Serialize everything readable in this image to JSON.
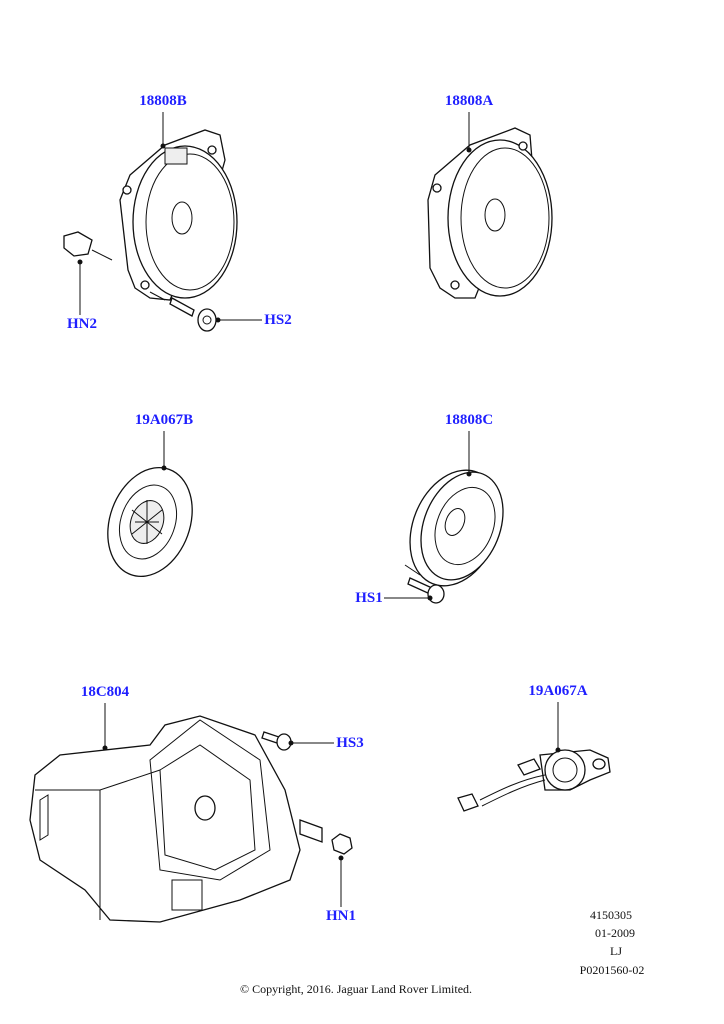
{
  "parts": {
    "speaker_18808B": "18808B",
    "nut_HN2": "HN2",
    "screw_HS2": "HS2",
    "speaker_18808A": "18808A",
    "tweeter_19A067B": "19A067B",
    "speaker_18808C": "18808C",
    "screw_HS1": "HS1",
    "subwoofer_18C804": "18C804",
    "screw_HS3": "HS3",
    "nut_HN1": "HN1",
    "tweeter_19A067A": "19A067A"
  },
  "info": {
    "code": "4150305",
    "date": "01-2009",
    "initials": "LJ",
    "ref": "P0201560-02"
  },
  "copyright": "© Copyright, 2016. Jaguar Land Rover Limited.",
  "colors": {
    "label": "#1f1fff",
    "line": "#111111"
  }
}
